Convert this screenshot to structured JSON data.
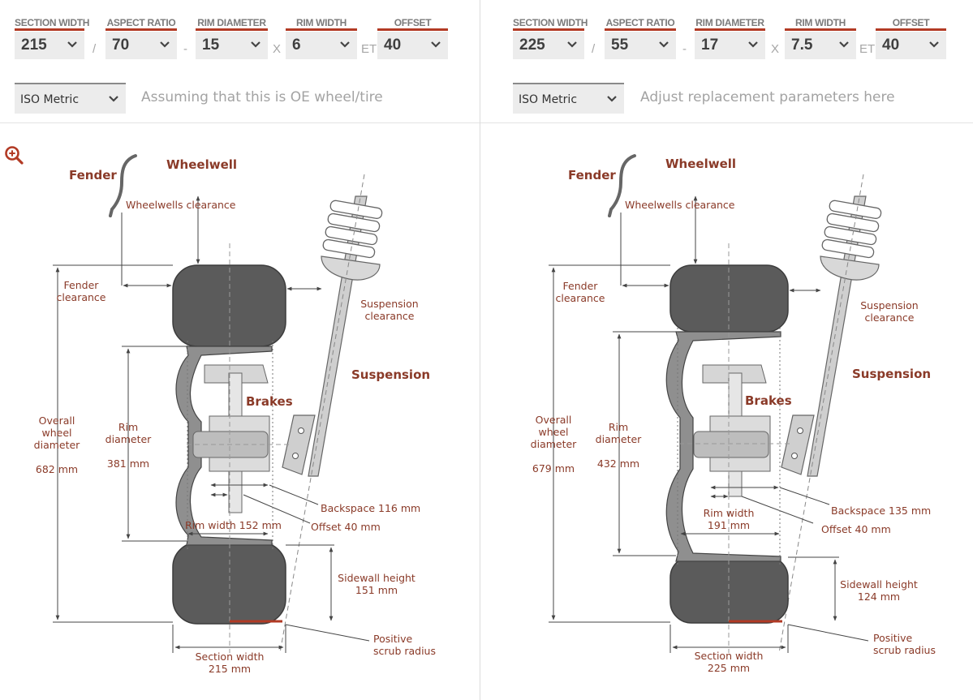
{
  "left": {
    "fields": [
      {
        "label": "SECTION WIDTH",
        "value": "215"
      },
      {
        "label": "ASPECT RATIO",
        "value": "70"
      },
      {
        "label": "RIM DIAMETER",
        "value": "15"
      },
      {
        "label": "RIM WIDTH",
        "value": "6"
      },
      {
        "label": "OFFSET",
        "value": "40"
      }
    ],
    "separators": [
      "/",
      "-",
      "X",
      "ET"
    ],
    "unit_system": "ISO Metric",
    "hint": "Assuming that this is OE wheel/tire",
    "diagram": {
      "fender": "Fender",
      "wheelwell": "Wheelwell",
      "wheelwells_clearance": "Wheelwells clearance",
      "fender_clearance_1": "Fender",
      "fender_clearance_2": "clearance",
      "suspension_clearance_1": "Suspension",
      "suspension_clearance_2": "clearance",
      "suspension": "Suspension",
      "brakes": "Brakes",
      "overall_1": "Overall",
      "overall_2": "wheel",
      "overall_3": "diameter",
      "overall_value": "682 mm",
      "rim_diameter_1": "Rim",
      "rim_diameter_2": "diameter",
      "rim_diameter_value": "381 mm",
      "backspace": "Backspace 116 mm",
      "offset": "Offset 40 mm",
      "rim_width": "Rim width 152 mm",
      "sidewall_1": "Sidewall height",
      "sidewall_2": "151 mm",
      "section_1": "Section width",
      "section_2": "215 mm",
      "scrub_1": "Positive",
      "scrub_2": "scrub radius"
    }
  },
  "right": {
    "fields": [
      {
        "label": "SECTION WIDTH",
        "value": "225"
      },
      {
        "label": "ASPECT RATIO",
        "value": "55"
      },
      {
        "label": "RIM DIAMETER",
        "value": "17"
      },
      {
        "label": "RIM WIDTH",
        "value": "7.5"
      },
      {
        "label": "OFFSET",
        "value": "40"
      }
    ],
    "separators": [
      "/",
      "-",
      "X",
      "ET"
    ],
    "unit_system": "ISO Metric",
    "hint": "Adjust replacement parameters here",
    "diagram": {
      "fender": "Fender",
      "wheelwell": "Wheelwell",
      "wheelwells_clearance": "Wheelwells clearance",
      "fender_clearance_1": "Fender",
      "fender_clearance_2": "clearance",
      "suspension_clearance_1": "Suspension",
      "suspension_clearance_2": "clearance",
      "suspension": "Suspension",
      "brakes": "Brakes",
      "overall_1": "Overall",
      "overall_2": "wheel",
      "overall_3": "diameter",
      "overall_value": "679 mm",
      "rim_diameter_1": "Rim",
      "rim_diameter_2": "diameter",
      "rim_diameter_value": "432 mm",
      "backspace": "Backspace 135 mm",
      "offset": "Offset 40 mm",
      "rim_width_1": "Rim width",
      "rim_width_2": "191 mm",
      "sidewall_1": "Sidewall height",
      "sidewall_2": "124 mm",
      "section_1": "Section width",
      "section_2": "225 mm",
      "scrub_1": "Positive",
      "scrub_2": "scrub radius"
    }
  },
  "colors": {
    "accent": "#b23a24",
    "label_text": "#8a3a28",
    "tire": "#5b5b5b",
    "control_bg": "#ececec"
  },
  "icons": {
    "zoom": "zoom-in-icon",
    "dropdown": "chevron-down-icon"
  }
}
